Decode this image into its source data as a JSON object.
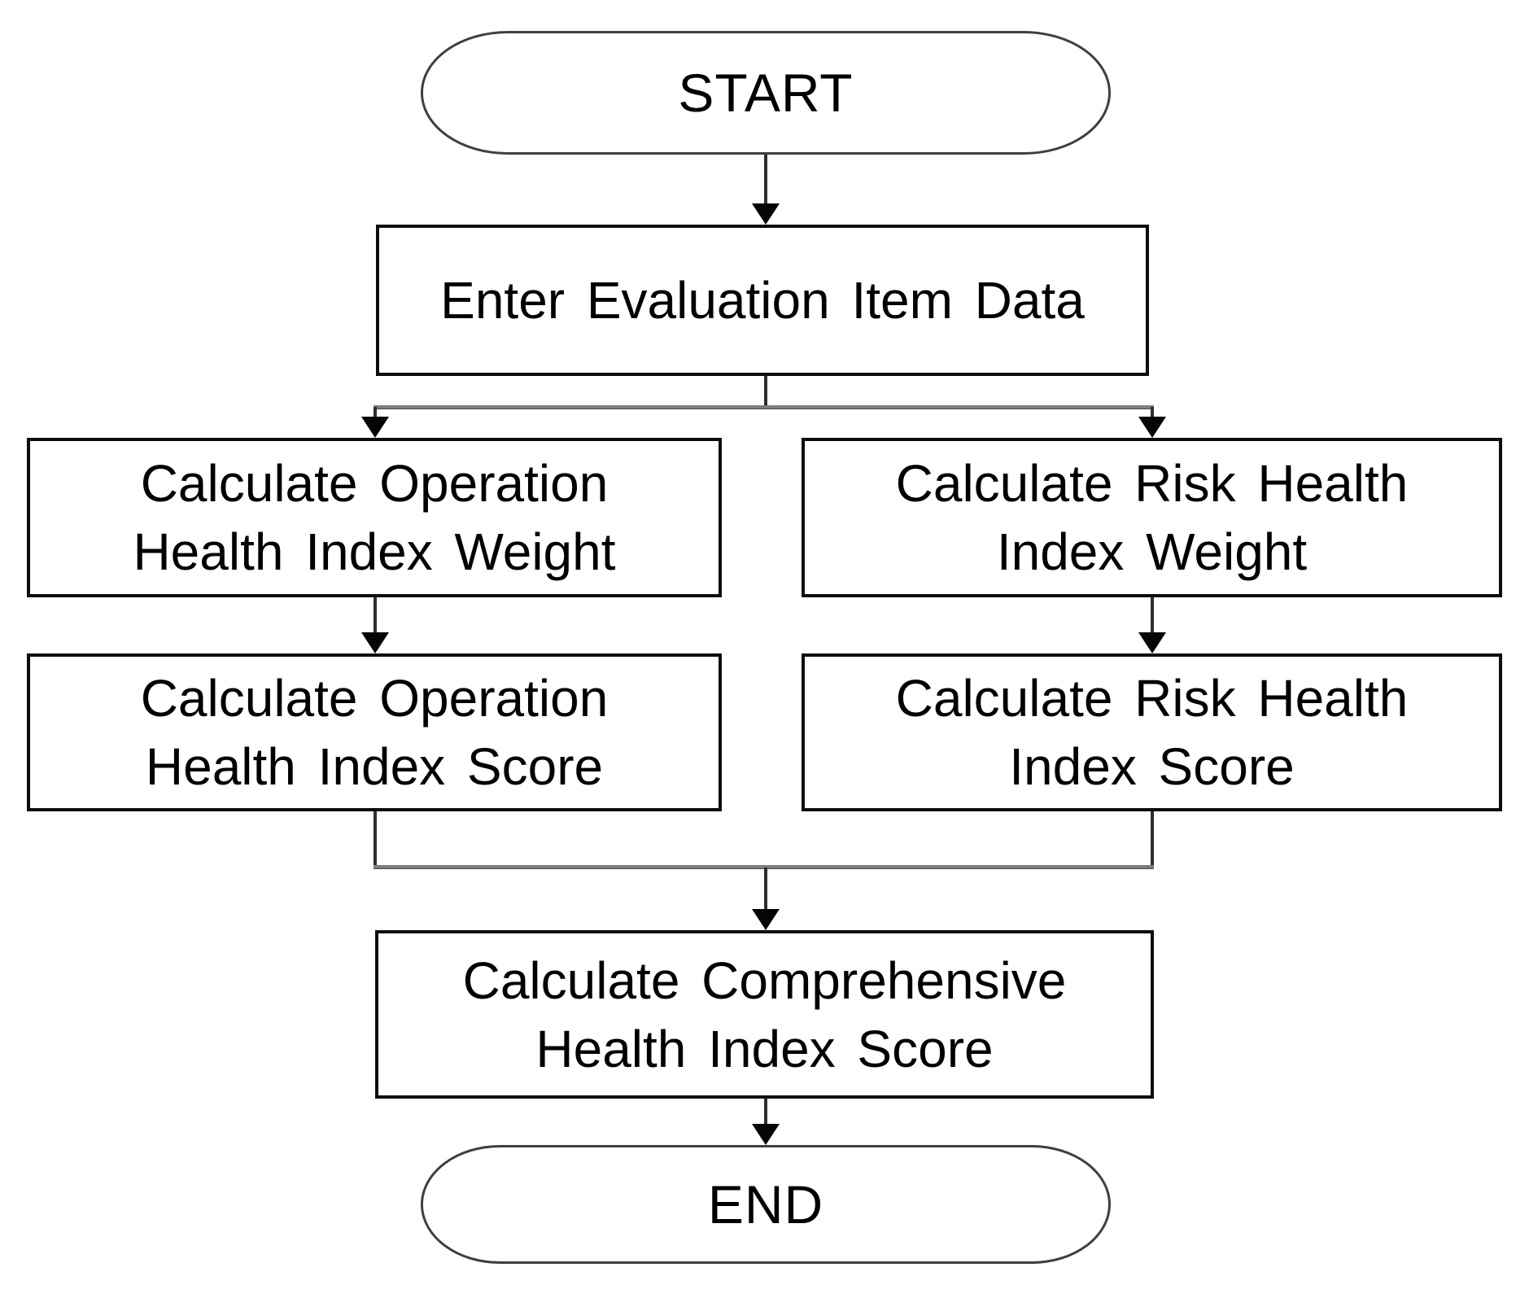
{
  "figure": {
    "type": "flowchart",
    "background_color": "#ffffff",
    "text_color": "#000000",
    "process_border_color": "#0d0d0d",
    "terminal_border_color": "#3f3f3f",
    "connector_color": "#2e2e2e",
    "rail_color": "#7e7e7e",
    "nodes": {
      "start": {
        "shape": "stadium",
        "label": "START"
      },
      "enter_data": {
        "shape": "process",
        "label": "Enter Evaluation Item Data"
      },
      "operation_weight": {
        "shape": "process",
        "line1": "Calculate Operation",
        "line2": "Health Index Weight"
      },
      "risk_weight": {
        "shape": "process",
        "line1": "Calculate Risk Health",
        "line2": "Index Weight"
      },
      "operation_score": {
        "shape": "process",
        "line1": "Calculate Operation",
        "line2": "Health Index Score"
      },
      "risk_score": {
        "shape": "process",
        "line1": "Calculate Risk Health",
        "line2": "Index Score"
      },
      "comprehensive_score": {
        "shape": "process",
        "line1": "Calculate Comprehensive",
        "line2": "Health Index Score"
      },
      "end": {
        "shape": "stadium",
        "label": "END"
      }
    }
  }
}
